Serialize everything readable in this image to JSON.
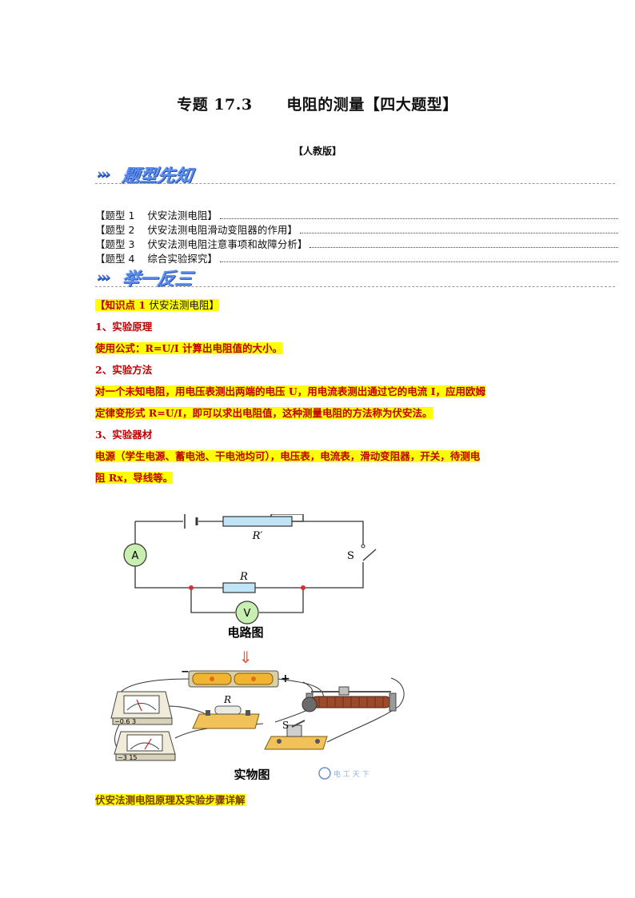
{
  "doc": {
    "title": "专题 17.3      电阻的测量【四大题型】",
    "edition": "【人教版】"
  },
  "banners": {
    "first": {
      "arrows": "›››",
      "text": "题型先知"
    },
    "second": {
      "arrows": "›››",
      "text": "举一反三"
    }
  },
  "toc": [
    {
      "label": "【题型 1    伏安法测电阻】"
    },
    {
      "label": "【题型 2    伏安法测电阻滑动变阻器的作用】"
    },
    {
      "label": "【题型 3    伏安法测电阻注意事项和故障分析】"
    },
    {
      "label": "【题型 4    综合实验探究】"
    }
  ],
  "knowledge": {
    "point_prefix": "【知识点",
    "point_num": "1",
    "point_rest": "伏安法测电阻】",
    "s1_title": "1、实验原理",
    "s1_body": "使用公式：R=U/I  计算出电阻值的大小。",
    "s2_title": "2、实验方法",
    "s2_body_1": "对一个未知电阻，用电压表测出两端的电压  U，用电流表测出通过它的电流  I，应用欧姆",
    "s2_body_2": "定律变形式  R=U/I，即可以求出电阻值，这种测量电阻的方法称为伏安法。",
    "s3_title": "3、实验器材",
    "s3_body_1": "电源（学生电源、蓄电池、干电池均可），电压表，电流表，滑动变阻器，开关，待测电",
    "s3_body_2": "阻  Rx，导线等。"
  },
  "figure": {
    "rprime_label": "R′",
    "r_label": "R",
    "s_label": "S",
    "ammeter_label": "A",
    "voltmeter_label": "V",
    "circuit_caption": "电路图",
    "arrow_glyph": "⇓",
    "minus_sign": "−",
    "plus_sign": "+",
    "ammeter_scale": "−0.6 3",
    "voltmeter_scale": "−3 15",
    "real_r_label": "R",
    "real_s_label": "S",
    "real_caption": "实物图",
    "watermark": "电 工 天 下"
  },
  "footer_link": "伏安法测电阻原理及实验步骤详解",
  "colors": {
    "highlight": "#ffff00",
    "red_text": "#c00000",
    "banner_blue": "#5b8ef0",
    "meter_green": "#c8eeb0",
    "resistor_blue": "#bfe4f5"
  }
}
